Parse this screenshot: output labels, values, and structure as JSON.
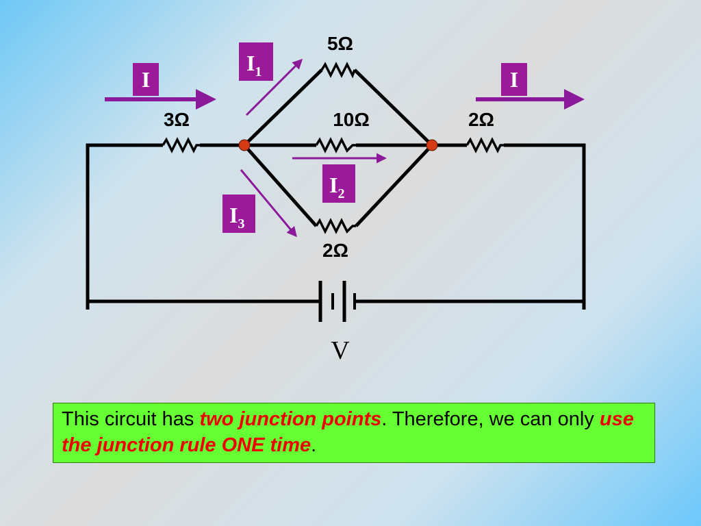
{
  "resistors": {
    "left": "3Ω",
    "top": "5Ω",
    "middle": "10Ω",
    "bottom": "2Ω",
    "right": "2Ω"
  },
  "currents": {
    "input": "I",
    "output": "I",
    "top_base": "I",
    "top_sub": "1",
    "middle_base": "I",
    "middle_sub": "2",
    "bottom_base": "I",
    "bottom_sub": "3"
  },
  "battery": {
    "label": "V"
  },
  "colors": {
    "arrow": "#8b1a9a",
    "label_box": "#9a1a9a",
    "junction": "#d43a14",
    "note_bg": "#66ff33",
    "highlight": "#ee0000"
  },
  "note": {
    "part1": "This circuit has ",
    "highlight1": "two junction points",
    "part2": ".  Therefore, we can only ",
    "highlight2": "use the junction rule ONE time",
    "part3": "."
  }
}
